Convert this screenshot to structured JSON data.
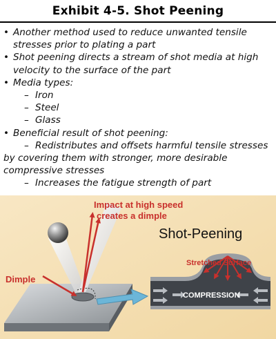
{
  "title": "Exhibit 4-5. Shot Peening",
  "bullet_char": "•",
  "dash_char": "–",
  "lines": {
    "l1a": "Another method used to reduce unwanted tensile",
    "l1b": "stresses prior to plating a part",
    "l2a": "Shot peening directs a stream of shot media at high",
    "l2b": "velocity to the surface of the part",
    "l3": "Media types:",
    "s1": "Iron",
    "s2": "Steel",
    "s3": "Glass",
    "l4": "Beneficial result of shot peening:",
    "s4a": "Redistributes and offsets harmful tensile stresses",
    "s4b": "by covering them with stronger, more desirable",
    "s4c": "compressive stresses",
    "s5": "Increases the fatigue strength of part"
  },
  "figure": {
    "impact_label_1": "Impact at high speed",
    "impact_label_2": "creates a dimple",
    "shot_peening_label": "Shot-Peening",
    "stretched_label": "Stretched Surface",
    "compression_label": "COMPRESSION",
    "dimple_label": "Dimple",
    "colors": {
      "background": "#f6e2b8",
      "red": "#c8302c",
      "blue_arrow": "#6cb6d8",
      "dark_block": "#3f4349",
      "grey_block": "#9a9ea3"
    }
  }
}
